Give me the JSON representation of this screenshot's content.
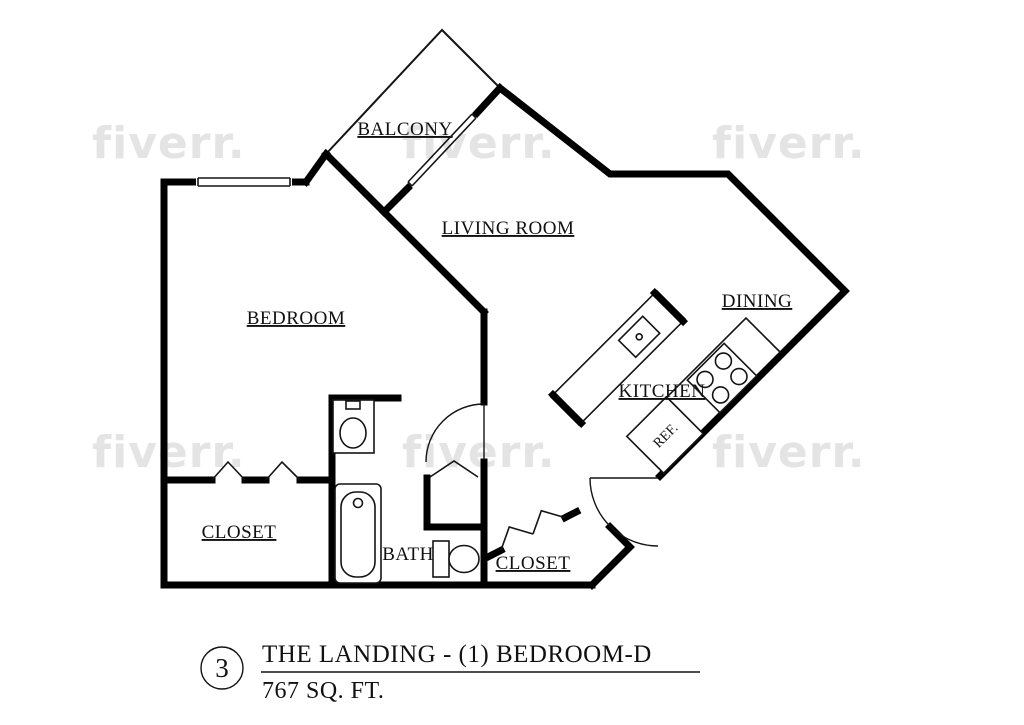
{
  "watermark": {
    "text": "fiverr."
  },
  "labels": {
    "balcony": "BALCONY",
    "living_room": "LIVING ROOM",
    "dining": "DINING",
    "bedroom": "BEDROOM",
    "kitchen": "KITCHEN",
    "closet_left": "CLOSET",
    "bath": "BATH",
    "closet_entry": "CLOSET",
    "refrigerator": "REF."
  },
  "title_block": {
    "plan_number": "3",
    "plan_name": "THE LANDING - (1) BEDROOM-D",
    "area": "767 SQ. FT."
  },
  "colors": {
    "walls": "#000000",
    "linework": "#141414",
    "watermark": "#e4e4e4",
    "background": "#ffffff"
  }
}
